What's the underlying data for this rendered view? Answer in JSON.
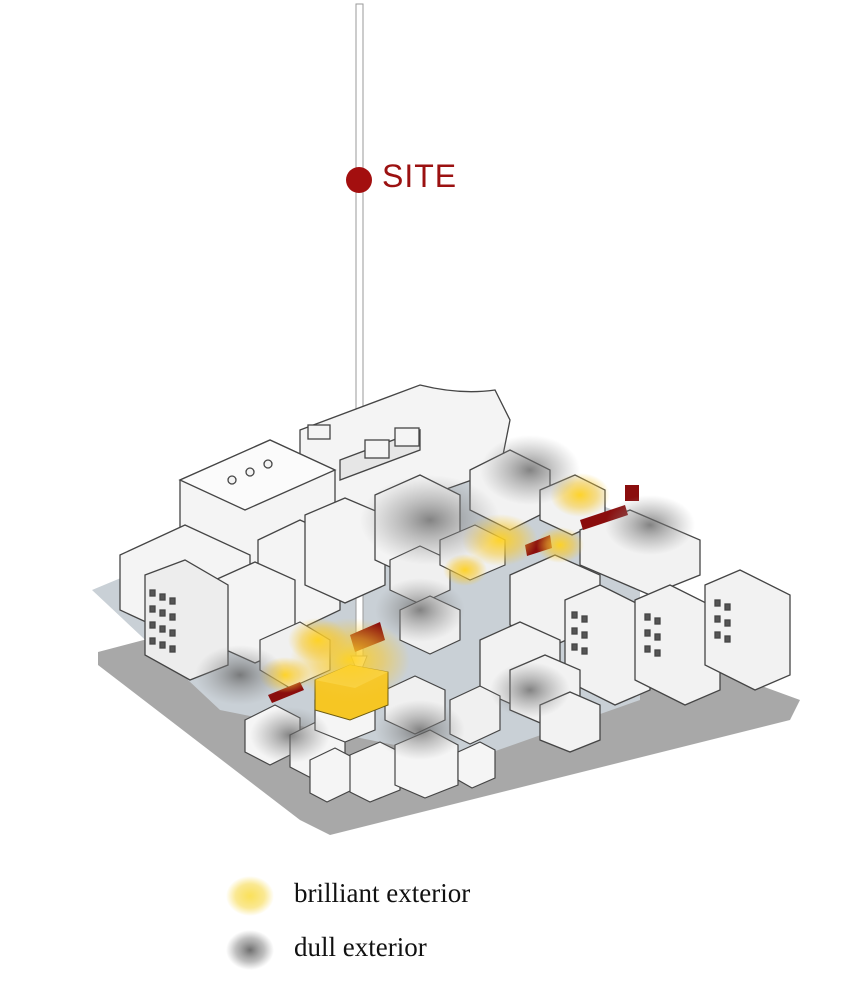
{
  "site": {
    "label": "SITE",
    "marker_color": "#a30f0f"
  },
  "legend": [
    {
      "label": "brilliant exterior",
      "color": "#f7d94a"
    },
    {
      "label": "dull exterior",
      "color": "#7a7a7a"
    }
  ],
  "colors": {
    "ground_shadow": "#a9a9a9",
    "street_plane": "#c6ced6",
    "building_fill": "#f3f3f3",
    "building_stroke": "#444444",
    "highlight": "#f5c518",
    "accent_red": "#8a0d0d"
  }
}
